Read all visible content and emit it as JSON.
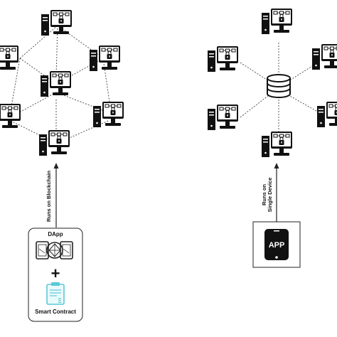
{
  "left": {
    "arrow_label": "Runs on Blockchain",
    "dapp_label": "DApp",
    "plus": "+",
    "contract_label": "Smart Contract",
    "contract_symbol": "Ξ"
  },
  "right": {
    "arrow_label_line1": "Runs on",
    "arrow_label_line2": "Single Device",
    "app_label": "APP"
  },
  "colors": {
    "line": "#222222",
    "dotted": "#555555",
    "computer": "#111111",
    "contract": "#5bc8d8"
  },
  "icons": [
    "computer-icon",
    "database-icon",
    "phone-app-icon",
    "smart-contract-icon",
    "network-mesh-icon",
    "plus-icon"
  ]
}
